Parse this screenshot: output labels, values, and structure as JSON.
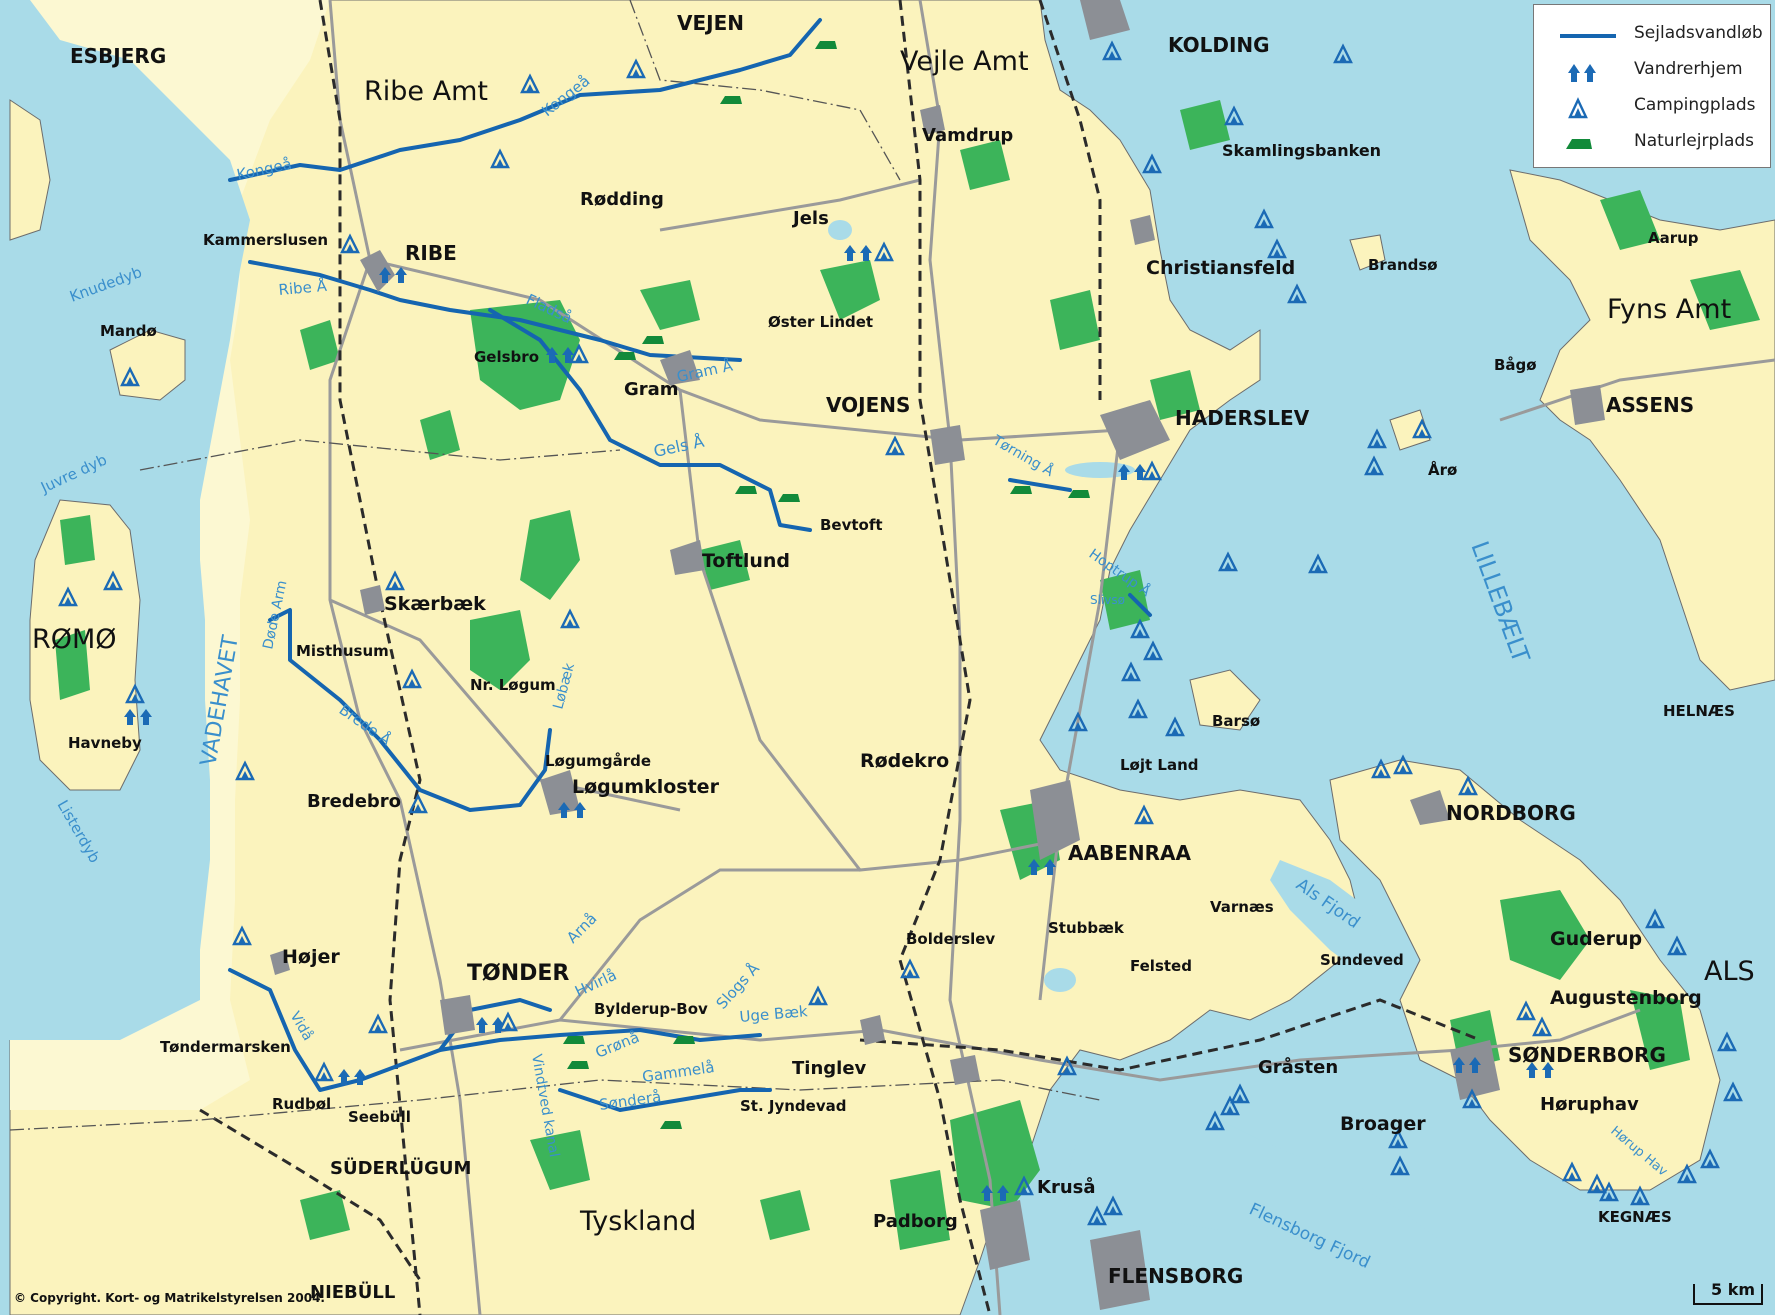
{
  "legend": {
    "items": [
      {
        "label": "Sejladsvandløb",
        "symbol": "line-icon"
      },
      {
        "label": "Vandrerhjem",
        "symbol": "hostel-icon"
      },
      {
        "label": "Campingplads",
        "symbol": "camping-icon"
      },
      {
        "label": "Naturlejrplads",
        "symbol": "nature-camp-icon"
      }
    ]
  },
  "colors": {
    "sea": "#a9dbe8",
    "land": "#fbf3bd",
    "land_pale": "#fcf8d2",
    "forest": "#3cb45a",
    "town": "#8c8f95",
    "road": "#9a9a9a",
    "river": "#1565b0",
    "water_text": "#3a8fcc"
  },
  "copyright": "© Copyright. Kort- og Matrikelstyrelsen 2004.",
  "scale": "5 km",
  "labels": {
    "regions": [
      {
        "id": "ribe-amt",
        "text": "Ribe Amt"
      },
      {
        "id": "vejle-amt",
        "text": "Vejle Amt"
      },
      {
        "id": "fyns-amt",
        "text": "Fyns Amt"
      },
      {
        "id": "tyskland",
        "text": "Tyskland"
      },
      {
        "id": "romo",
        "text": "RØMØ"
      },
      {
        "id": "als",
        "text": "ALS"
      }
    ],
    "cities": [
      {
        "id": "esbjerg",
        "text": "ESBJERG"
      },
      {
        "id": "vejen",
        "text": "VEJEN"
      },
      {
        "id": "kolding",
        "text": "KOLDING"
      },
      {
        "id": "ribe",
        "text": "RIBE"
      },
      {
        "id": "vojens",
        "text": "VOJENS"
      },
      {
        "id": "haderslev",
        "text": "HADERSLEV"
      },
      {
        "id": "assens",
        "text": "ASSENS"
      },
      {
        "id": "aabenraa",
        "text": "AABENRAA"
      },
      {
        "id": "nordborg",
        "text": "NORDBORG"
      },
      {
        "id": "tonder",
        "text": "TØNDER"
      },
      {
        "id": "sonderborg",
        "text": "SØNDERBORG"
      },
      {
        "id": "flensborg",
        "text": "FLENSBORG"
      },
      {
        "id": "niebull",
        "text": "NIEBÜLL"
      },
      {
        "id": "suderlugum",
        "text": "SÜDERLÜGUM"
      },
      {
        "id": "helnaes",
        "text": "HELNÆS"
      },
      {
        "id": "kegnaes",
        "text": "KEGNÆS"
      }
    ],
    "towns": [
      {
        "id": "vamdrup",
        "text": "Vamdrup"
      },
      {
        "id": "skamlingsbanken",
        "text": "Skamlingsbanken"
      },
      {
        "id": "rodding",
        "text": "Rødding"
      },
      {
        "id": "jels",
        "text": "Jels"
      },
      {
        "id": "kammerslusen",
        "text": "Kammerslusen"
      },
      {
        "id": "christiansfeld",
        "text": "Christiansfeld"
      },
      {
        "id": "brandso",
        "text": "Brandsø"
      },
      {
        "id": "aarup",
        "text": "Aarup"
      },
      {
        "id": "mando",
        "text": "Mandø"
      },
      {
        "id": "oster-lindet",
        "text": "Øster Lindet"
      },
      {
        "id": "gelsbro",
        "text": "Gelsbro"
      },
      {
        "id": "gram",
        "text": "Gram"
      },
      {
        "id": "bago",
        "text": "Bågø"
      },
      {
        "id": "aro",
        "text": "Årø"
      },
      {
        "id": "bevtoft",
        "text": "Bevtoft"
      },
      {
        "id": "toftlund",
        "text": "Toftlund"
      },
      {
        "id": "skaerbaek",
        "text": "Skærbæk"
      },
      {
        "id": "misthusum",
        "text": "Misthusum"
      },
      {
        "id": "nr-logum",
        "text": "Nr. Løgum"
      },
      {
        "id": "barso",
        "text": "Barsø"
      },
      {
        "id": "havneby",
        "text": "Havneby"
      },
      {
        "id": "logumgaarde",
        "text": "Løgumgårde"
      },
      {
        "id": "rodekro",
        "text": "Rødekro"
      },
      {
        "id": "lojt-land",
        "text": "Løjt Land"
      },
      {
        "id": "logumkloster",
        "text": "Løgumkloster"
      },
      {
        "id": "bredebro",
        "text": "Bredebro"
      },
      {
        "id": "varnaes",
        "text": "Varnæs"
      },
      {
        "id": "bolderslev",
        "text": "Bolderslev"
      },
      {
        "id": "stubbaek",
        "text": "Stubbæk"
      },
      {
        "id": "guderup",
        "text": "Guderup"
      },
      {
        "id": "hojer",
        "text": "Højer"
      },
      {
        "id": "felsted",
        "text": "Felsted"
      },
      {
        "id": "sundeved",
        "text": "Sundeved"
      },
      {
        "id": "augustenborg",
        "text": "Augustenborg"
      },
      {
        "id": "bylderup-bov",
        "text": "Bylderup-Bov"
      },
      {
        "id": "tondermarsken",
        "text": "Tøndermarsken"
      },
      {
        "id": "tinglev",
        "text": "Tinglev"
      },
      {
        "id": "grasten",
        "text": "Gråsten"
      },
      {
        "id": "rudbol",
        "text": "Rudbøl"
      },
      {
        "id": "horuphav",
        "text": "Høruphav"
      },
      {
        "id": "st-jyndevad",
        "text": "St. Jyndevad"
      },
      {
        "id": "broager",
        "text": "Broager"
      },
      {
        "id": "seebull",
        "text": "Seebüll"
      },
      {
        "id": "krusaa",
        "text": "Kruså"
      },
      {
        "id": "padborg",
        "text": "Padborg"
      }
    ],
    "waters": [
      {
        "id": "knudedyb",
        "text": "Knudedyb"
      },
      {
        "id": "juvre-dyb",
        "text": "Juvre dyb"
      },
      {
        "id": "vadehavet",
        "text": "VADEHAVET"
      },
      {
        "id": "listerdyb",
        "text": "Listerdyb"
      },
      {
        "id": "lillebaelt",
        "text": "LILLEBÆLT"
      },
      {
        "id": "als-fjord",
        "text": "Als Fjord"
      },
      {
        "id": "flensborg-fjord",
        "text": "Flensborg Fjord"
      },
      {
        "id": "horup-hav",
        "text": "Hørup Hav"
      },
      {
        "id": "slivso",
        "text": "Slivsø"
      }
    ],
    "rivers": [
      {
        "id": "kongea-1",
        "text": "Kongeå"
      },
      {
        "id": "kongea-2",
        "text": "Kongeå"
      },
      {
        "id": "ribe-a",
        "text": "Ribe Å"
      },
      {
        "id": "fladsa",
        "text": "Fladså"
      },
      {
        "id": "gram-a",
        "text": "Gram Å"
      },
      {
        "id": "gels-a",
        "text": "Gels Å"
      },
      {
        "id": "torning-a",
        "text": "Tørning Å"
      },
      {
        "id": "hoptrup-a",
        "text": "Hoptrup Å"
      },
      {
        "id": "dode-arm",
        "text": "Døde Arm"
      },
      {
        "id": "brede-a",
        "text": "Brede Å"
      },
      {
        "id": "lobaek",
        "text": "Løbæk"
      },
      {
        "id": "arna",
        "text": "Arnå"
      },
      {
        "id": "hvirla",
        "text": "Hvirlå"
      },
      {
        "id": "slogs-a",
        "text": "Slogs Å"
      },
      {
        "id": "uge-baek",
        "text": "Uge Bæk"
      },
      {
        "id": "grona",
        "text": "Grønå"
      },
      {
        "id": "gammela",
        "text": "Gammelå"
      },
      {
        "id": "vidaa",
        "text": "Vidå"
      },
      {
        "id": "vindtved-kanal",
        "text": "Vindtved kanal"
      },
      {
        "id": "sondera",
        "text": "Sønderå"
      }
    ]
  }
}
